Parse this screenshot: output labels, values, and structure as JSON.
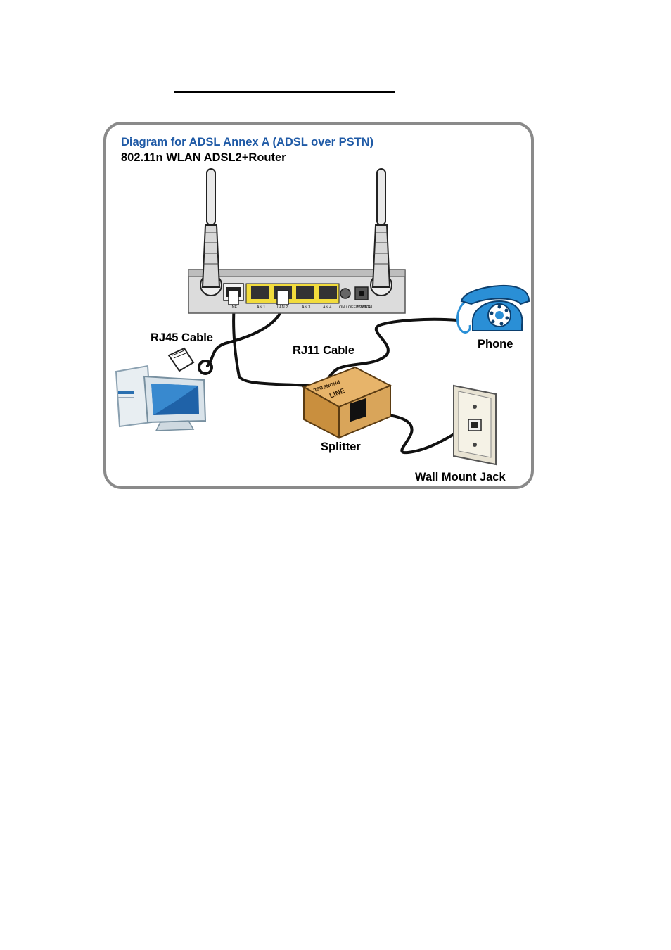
{
  "diagram": {
    "title": "Diagram for ADSL Annex A (ADSL over PSTN)",
    "subtitle": "802.11n WLAN ADSL2+Router",
    "labels": {
      "rj45_cable": "RJ45 Cable",
      "rj11_cable": "RJ11 Cable",
      "phone": "Phone",
      "splitter": "Splitter",
      "wall_mount_jack": "Wall Mount Jack"
    },
    "router_ports": {
      "line": "LINE",
      "lan1": "LAN 1",
      "lan2": "LAN 2",
      "lan3": "LAN 3",
      "lan4": "LAN 4",
      "switch": "ON / OFF SWITCH",
      "power": "POWER"
    },
    "splitter_marks": {
      "line": "LINE",
      "phone": "PHONE",
      "dsl": "DSL"
    },
    "colors": {
      "title_blue": "#1f5aa6",
      "frame_gray": "#8a8a8a",
      "lan_port_yellow": "#f2dc3c",
      "splitter_tan": "#d9a55a",
      "phone_blue": "#2a8fd6"
    }
  }
}
